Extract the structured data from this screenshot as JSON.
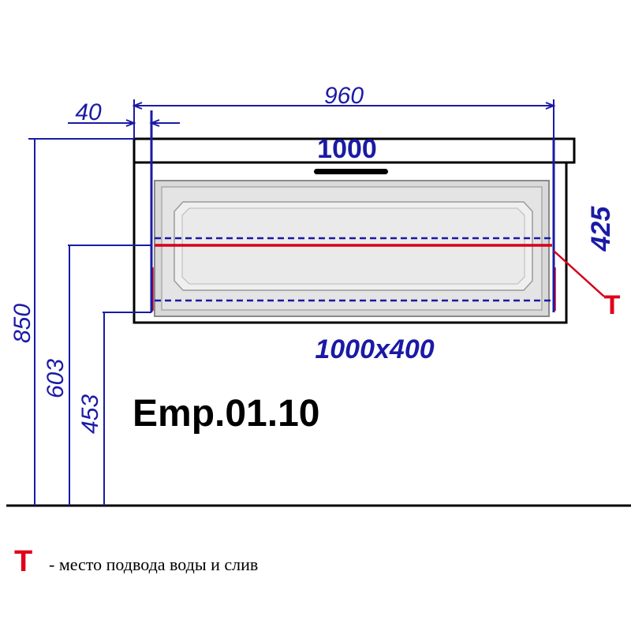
{
  "dimensions": {
    "top_offset": "40",
    "top_width": "960",
    "countertop_width": "1000",
    "cabinet_height": "425",
    "cabinet_size": "1000x400",
    "total_height": "850",
    "upper_pipe_height": "603",
    "lower_pipe_height": "453"
  },
  "model": "Emp.01.10",
  "marker": "T",
  "legend": {
    "symbol": "T",
    "text": "- место подвода воды и слив"
  },
  "colors": {
    "dimension_blue": "#1a1aa6",
    "marker_red": "#e0001a",
    "outline": "#000000",
    "panel_fill": "#d9d9d9"
  }
}
